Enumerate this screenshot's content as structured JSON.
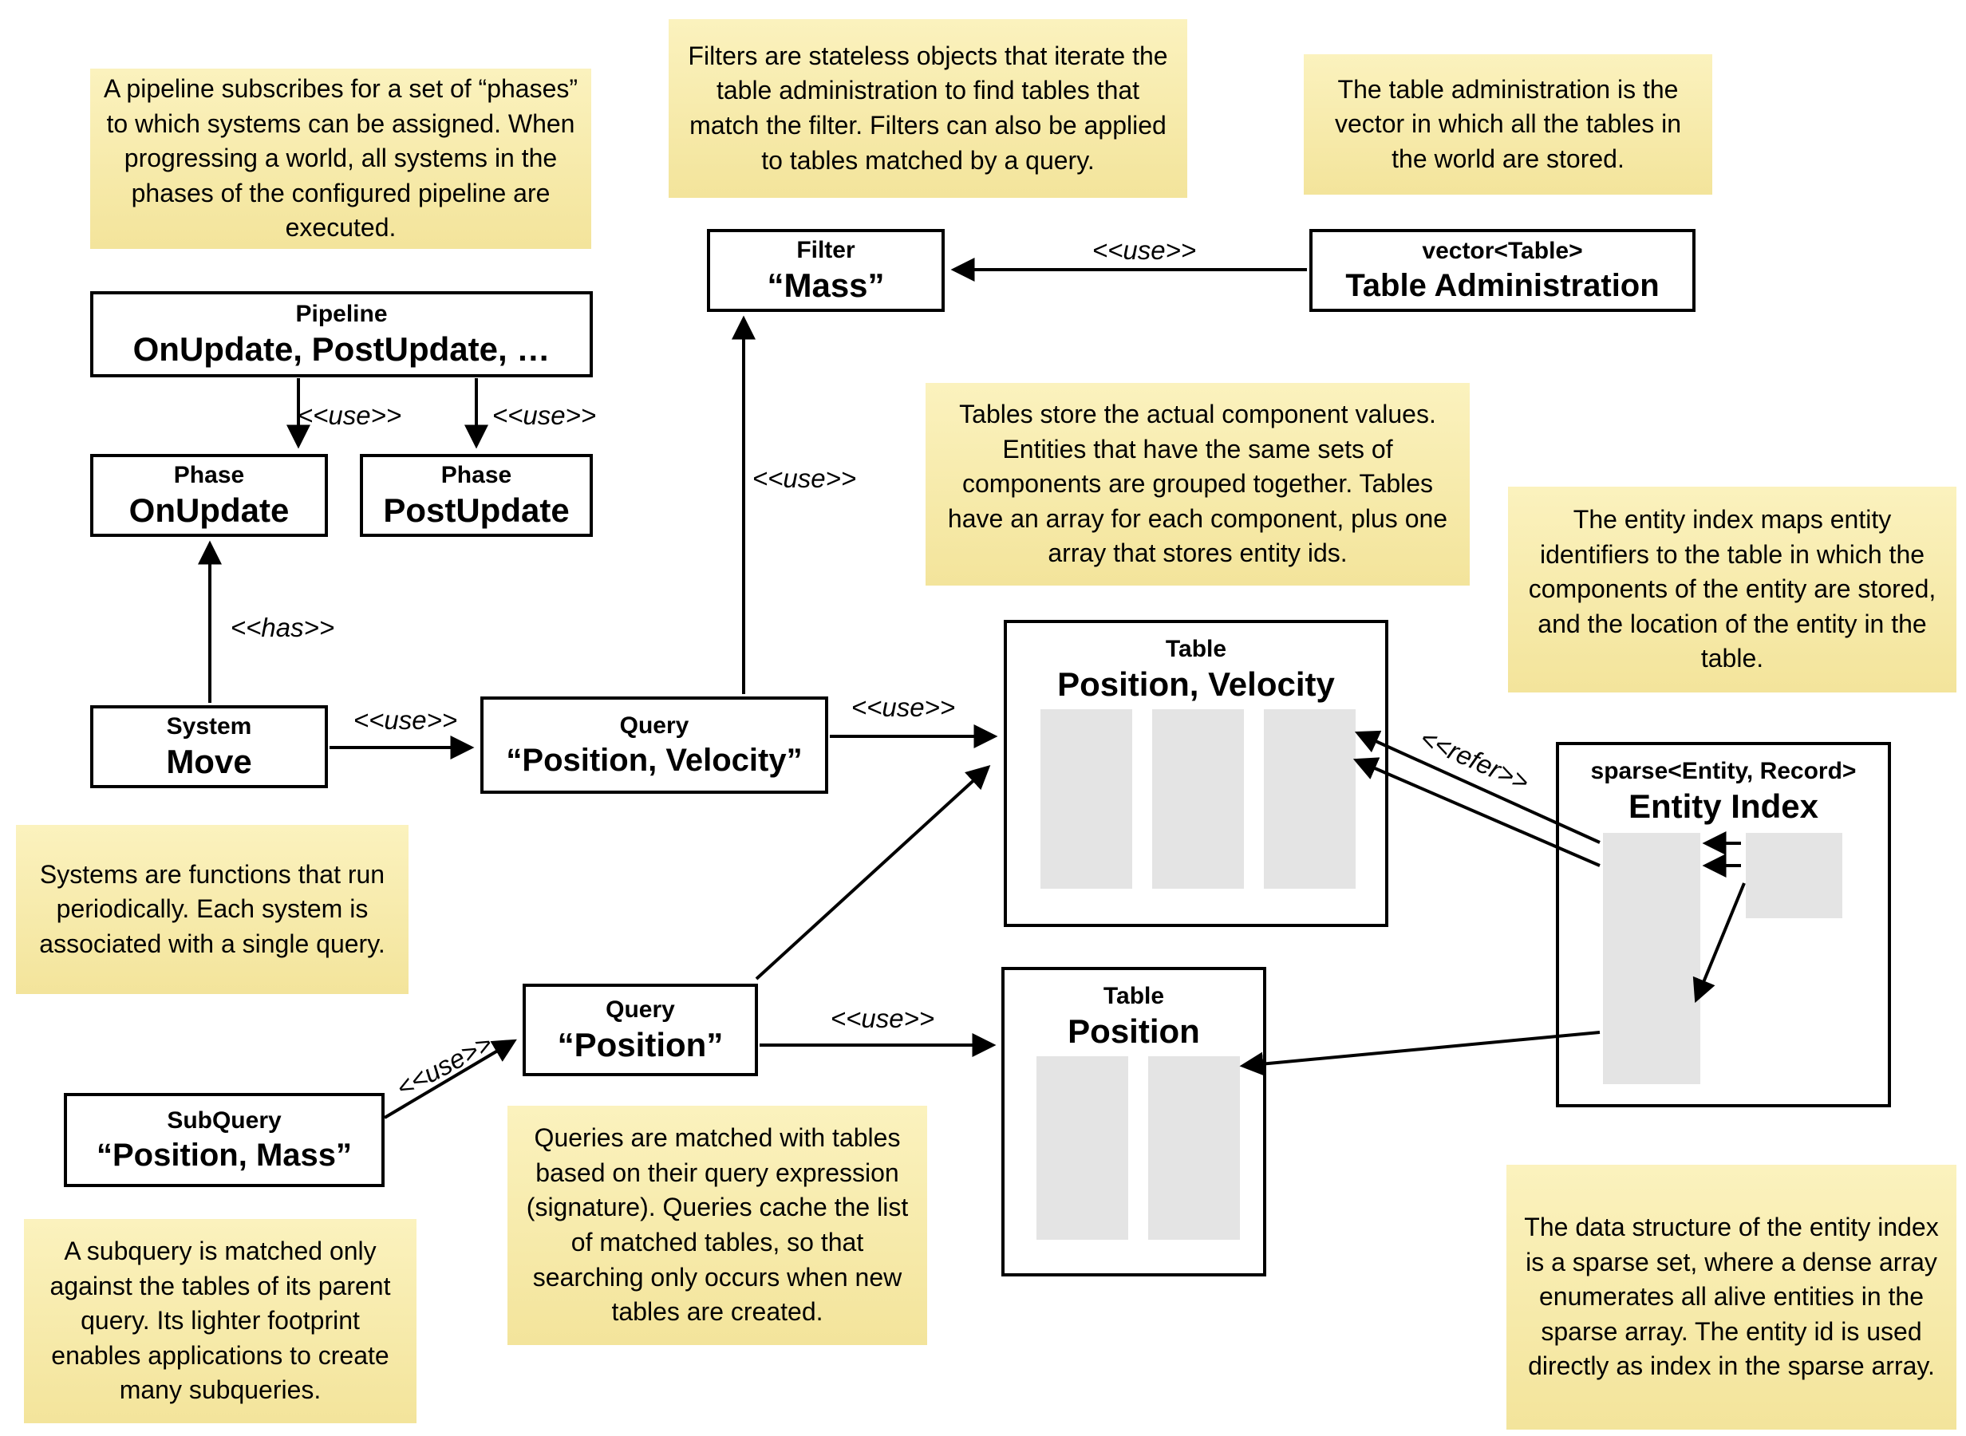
{
  "diagram": {
    "title": "ECS world storage architecture diagram",
    "colors": {
      "note_fill_top": "#FBF2BE",
      "note_fill_bottom": "#F3E49B",
      "node_border": "#000000",
      "array_fill": "#E4E4E4",
      "background": "#FFFFFF"
    },
    "notes": {
      "pipeline": "A pipeline subscribes for a set of “phases” to which systems can be assigned. When progressing a world, all systems in the phases of the configured pipeline are executed.",
      "filters": "Filters are stateless objects that iterate the table administration to find tables that match the filter. Filters can also be applied to tables matched by a query.",
      "table_admin": "The table administration is the vector in which all the tables in the world are stored.",
      "tables": "Tables store the actual component values. Entities that have the same sets of components are grouped together. Tables have an array for each component, plus one array that stores entity ids.",
      "entity_index": "The entity index maps entity identifiers to the table in which the components of the entity are stored, and the location of the entity in the table.",
      "systems": "Systems are functions that run periodically. Each system is associated with a single query.",
      "queries": "Queries are matched with tables based on their query expression (signature). Queries cache the list of matched tables, so that searching only occurs when new tables are created.",
      "subquery": "A subquery is matched only against the tables of its parent query. Its lighter footprint enables applications to create many subqueries.",
      "sparse_set": "The data structure of the entity index is a sparse set, where a dense array enumerates all alive entities in the sparse array. The entity id is used directly as index in the sparse array."
    },
    "nodes": {
      "pipeline": {
        "stereotype": "Pipeline",
        "name": "OnUpdate, PostUpdate, …"
      },
      "phase_onupdate": {
        "stereotype": "Phase",
        "name": "OnUpdate"
      },
      "phase_postupdate": {
        "stereotype": "Phase",
        "name": "PostUpdate"
      },
      "system_move": {
        "stereotype": "System",
        "name": "Move"
      },
      "query_position_velocity": {
        "stereotype": "Query",
        "name": "“Position, Velocity”"
      },
      "filter_mass": {
        "stereotype": "Filter",
        "name": "“Mass”"
      },
      "table_administration": {
        "stereotype": "vector<Table>",
        "name": "Table Administration"
      },
      "table_position_velocity": {
        "stereotype": "Table",
        "name": "Position, Velocity"
      },
      "table_position": {
        "stereotype": "Table",
        "name": "Position"
      },
      "entity_index": {
        "stereotype": "sparse<Entity, Record>",
        "name": "Entity Index"
      },
      "query_position": {
        "stereotype": "Query",
        "name": "“Position”"
      },
      "subquery_position_mass": {
        "stereotype": "SubQuery",
        "name": "“Position, Mass”"
      }
    },
    "edge_labels": {
      "use": "<<use>>",
      "has": "<<has>>",
      "refer": "<<refer>>"
    }
  }
}
